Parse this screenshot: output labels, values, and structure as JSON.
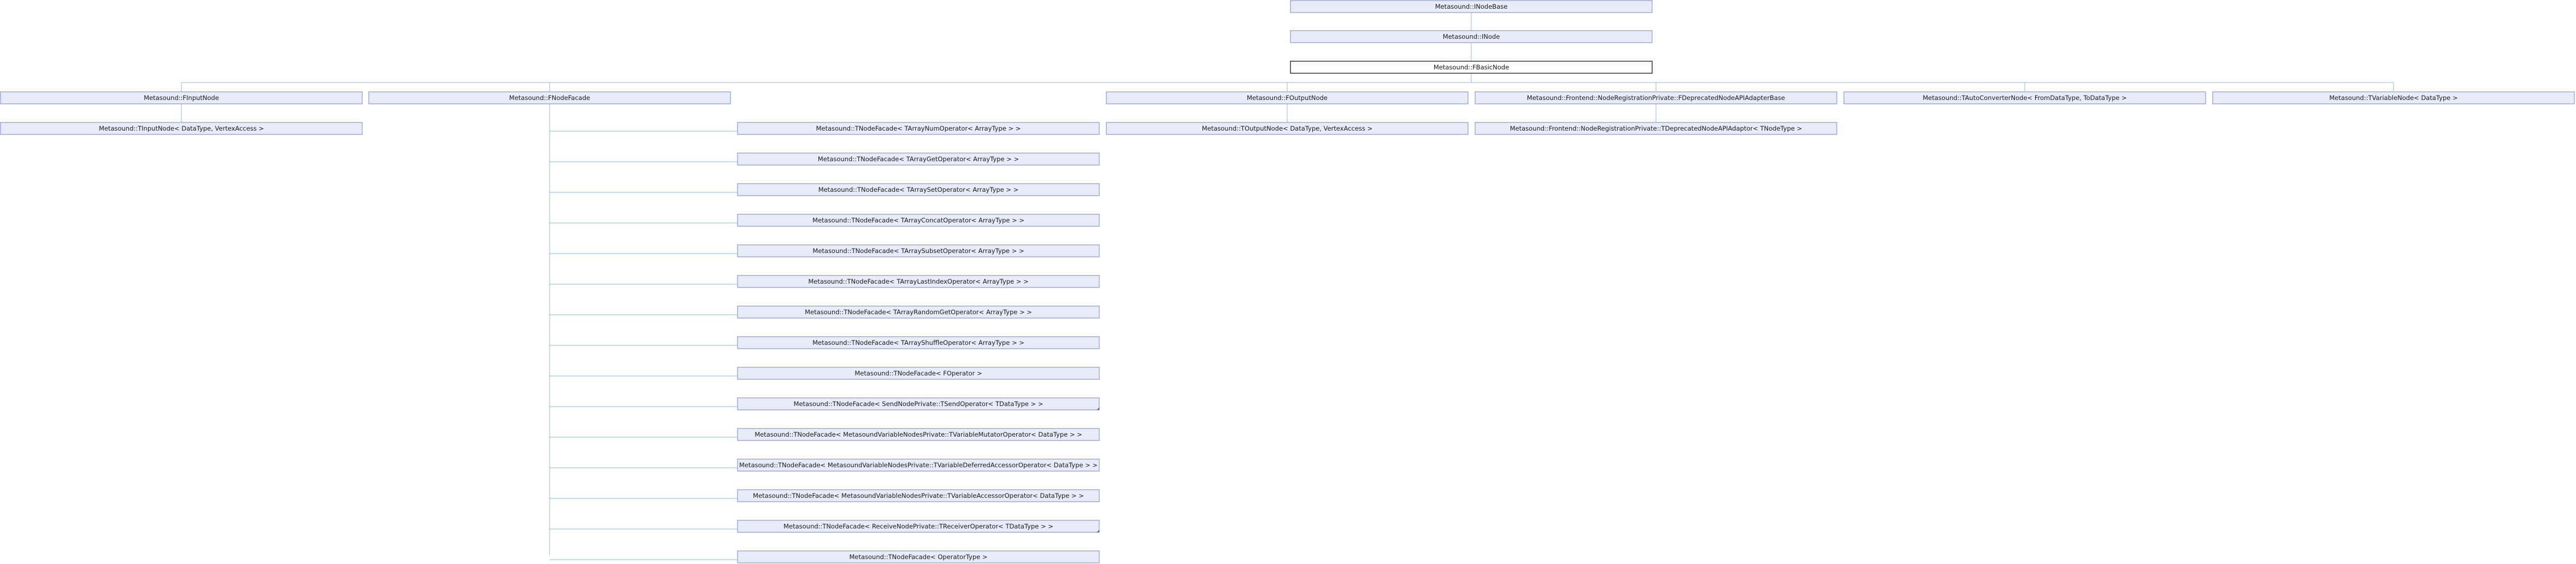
{
  "nodes": {
    "nodebase": "Metasound::INodeBase",
    "inode": "Metasound::INode",
    "fbasicnode": "Metasound::FBasicNode",
    "finputnode": "Metasound::FInputNode",
    "tinputnode": "Metasound::TInputNode< DataType, VertexAccess >",
    "fnodefacade": "Metasound::FNodeFacade",
    "foutputnode": "Metasound::FOutputNode",
    "toutputnode": "Metasound::TOutputNode< DataType, VertexAccess >",
    "fdeprecatedbase": "Metasound::Frontend::NodeRegistrationPrivate::FDeprecatedNodeAPIAdapterBase",
    "tdeprecated": "Metasound::Frontend::NodeRegistrationPrivate::TDeprecatedNodeAPIAdaptor< TNodeType >",
    "tautoconverter": "Metasound::TAutoConverterNode< FromDataType, ToDataType >",
    "tvariablenode": "Metasound::TVariableNode< DataType >",
    "facade_children": [
      "Metasound::TNodeFacade< TArrayNumOperator< ArrayType > >",
      "Metasound::TNodeFacade< TArrayGetOperator< ArrayType > >",
      "Metasound::TNodeFacade< TArraySetOperator< ArrayType > >",
      "Metasound::TNodeFacade< TArrayConcatOperator< ArrayType > >",
      "Metasound::TNodeFacade< TArraySubsetOperator< ArrayType > >",
      "Metasound::TNodeFacade< TArrayLastIndexOperator< ArrayType > >",
      "Metasound::TNodeFacade< TArrayRandomGetOperator< ArrayType > >",
      "Metasound::TNodeFacade< TArrayShuffleOperator< ArrayType > >",
      "Metasound::TNodeFacade< FOperator >",
      "Metasound::TNodeFacade< SendNodePrivate::TSendOperator< TDataType > >",
      "Metasound::TNodeFacade< MetasoundVariableNodesPrivate::TVariableMutatorOperator< DataType > >",
      "Metasound::TNodeFacade< MetasoundVariableNodesPrivate::TVariableDeferredAccessorOperator< DataType > >",
      "Metasound::TNodeFacade< MetasoundVariableNodesPrivate::TVariableAccessorOperator< DataType > >",
      "Metasound::TNodeFacade< ReceiveNodePrivate::TReceiverOperator< TDataType > >",
      "Metasound::TNodeFacade< OperatorType >"
    ]
  }
}
